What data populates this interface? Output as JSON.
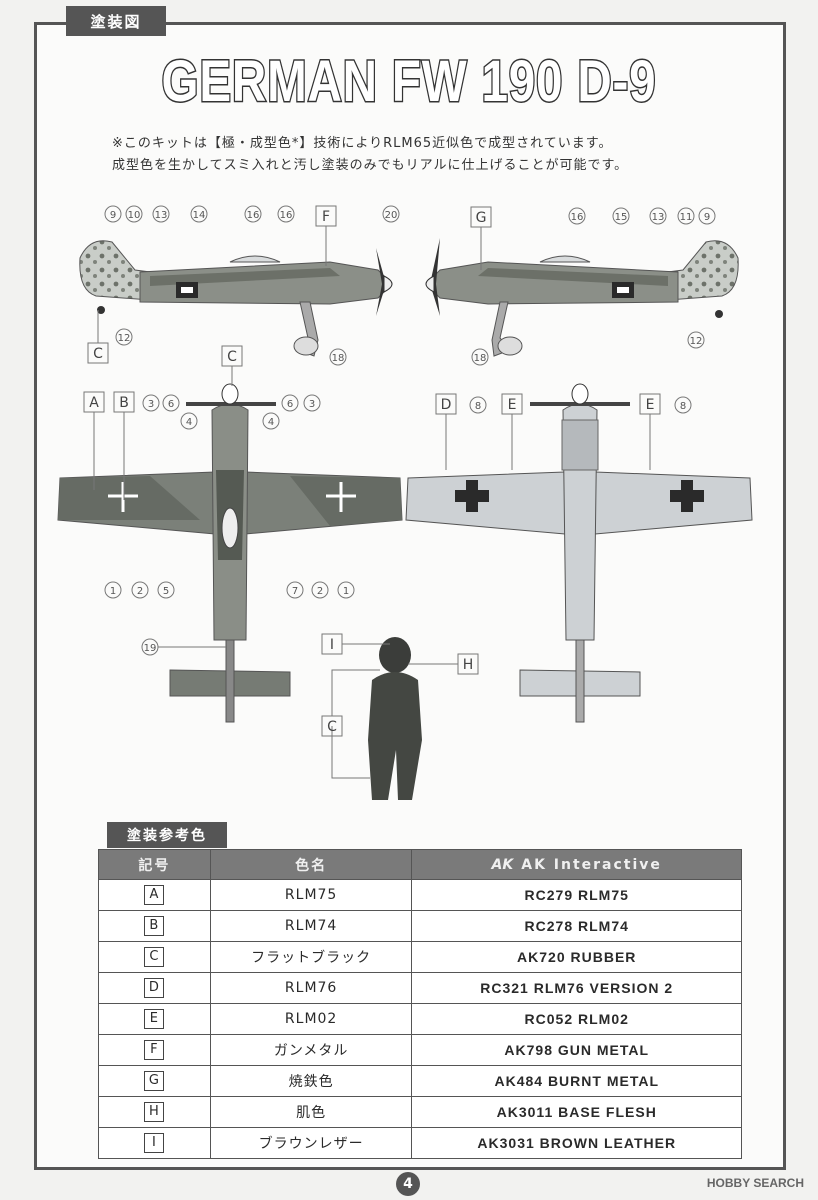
{
  "header": {
    "tab_label": "塗装図",
    "title": "GERMAN FW 190 D-9"
  },
  "note": {
    "line1": "※このキットは【極・成型色*】技術によりRLM65近似色で成型されています。",
    "line2": "成型色を生かしてスミ入れと汚し塗装のみでもリアルに仕上げることが可能です。"
  },
  "diagram": {
    "side_left": {
      "circled": [
        "9",
        "10",
        "13",
        "14",
        "16",
        "16",
        "20",
        "12",
        "18"
      ],
      "boxed": [
        "F",
        "C"
      ]
    },
    "side_right": {
      "circled": [
        "16",
        "15",
        "13",
        "11",
        "9",
        "18",
        "12"
      ],
      "boxed": [
        "G"
      ]
    },
    "top": {
      "circled": [
        "3",
        "6",
        "4",
        "4",
        "6",
        "3",
        "1",
        "2",
        "5",
        "7",
        "2",
        "1",
        "19"
      ],
      "boxed": [
        "C",
        "A",
        "B"
      ]
    },
    "bottom": {
      "circled": [
        "8",
        "8"
      ],
      "boxed": [
        "D",
        "E",
        "E"
      ]
    },
    "pilot": {
      "boxed": [
        "I",
        "H",
        "C"
      ]
    }
  },
  "paint_table": {
    "section_label": "塗装参考色",
    "headers": {
      "code": "記号",
      "name": "色名",
      "brand_logo": "AK",
      "brand": "AK Interactive"
    },
    "rows": [
      {
        "code": "A",
        "name": "RLM75",
        "ak": "RC279 RLM75"
      },
      {
        "code": "B",
        "name": "RLM74",
        "ak": "RC278 RLM74"
      },
      {
        "code": "C",
        "name": "フラットブラック",
        "ak": "AK720 RUBBER"
      },
      {
        "code": "D",
        "name": "RLM76",
        "ak": "RC321 RLM76 VERSION 2"
      },
      {
        "code": "E",
        "name": "RLM02",
        "ak": "RC052 RLM02"
      },
      {
        "code": "F",
        "name": "ガンメタル",
        "ak": "AK798 GUN METAL"
      },
      {
        "code": "G",
        "name": "焼鉄色",
        "ak": "AK484 BURNT METAL"
      },
      {
        "code": "H",
        "name": "肌色",
        "ak": "AK3011 BASE FLESH"
      },
      {
        "code": "I",
        "name": "ブラウンレザー",
        "ak": "AK3031 BROWN LEATHER"
      }
    ]
  },
  "footer": {
    "page": "4",
    "watermark": "HOBBY SEARCH"
  },
  "colors": {
    "frame": "#555555",
    "camo_dark": "#6f746c",
    "camo_mid": "#8d918a",
    "light_grey": "#cfd3d6",
    "black": "#2a2a2a"
  }
}
